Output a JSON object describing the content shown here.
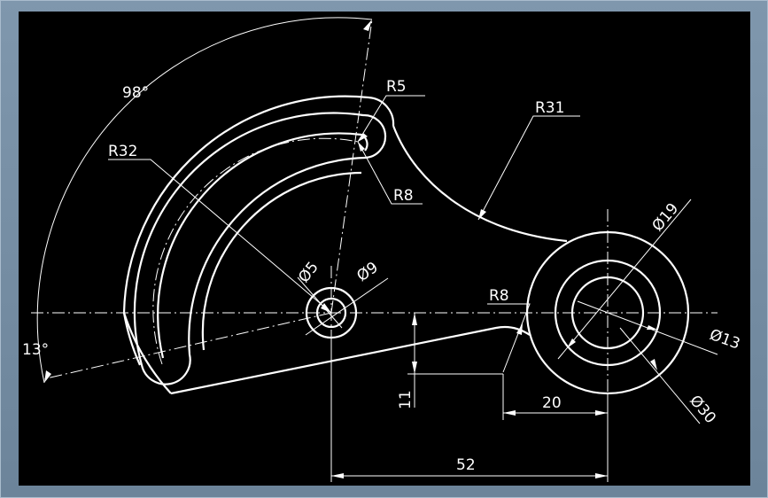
{
  "colors": {
    "background": "#000000",
    "frame": "#7a92a8",
    "stroke": "#ffffff"
  },
  "dimensions": {
    "angle_98": "98°",
    "angle_13": "13°",
    "r5": "R5",
    "r8_top": "R8",
    "r31": "R31",
    "r32": "R32",
    "r8_bottom": "R8",
    "dia5": "Ø5",
    "dia9": "Ø9",
    "dia19": "Ø19",
    "dia13": "Ø13",
    "dia30": "Ø30",
    "d11": "11",
    "d20": "20",
    "d52": "52"
  }
}
